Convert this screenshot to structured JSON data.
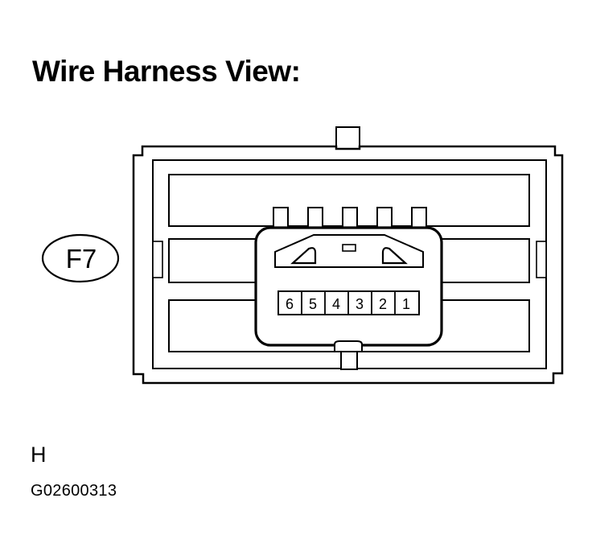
{
  "title": "Wire Harness View:",
  "connector": {
    "label": "F7",
    "pins": [
      "6",
      "5",
      "4",
      "3",
      "2",
      "1"
    ]
  },
  "footer": {
    "letter": "H",
    "code": "G02600313"
  },
  "colors": {
    "line": "#000000",
    "background": "#ffffff"
  }
}
